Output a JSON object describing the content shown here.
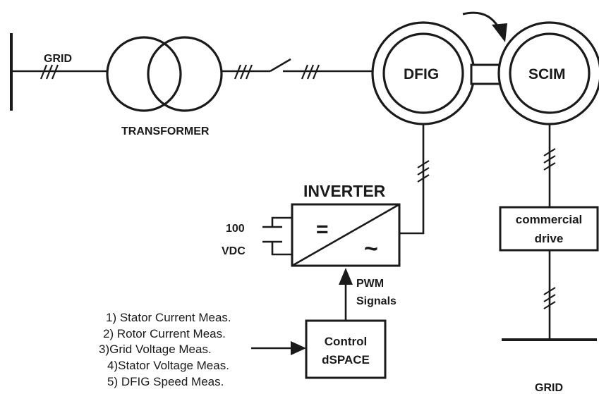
{
  "labels": {
    "grid_left": "GRID",
    "transformer": "TRANSFORMER",
    "dfig": "DFIG",
    "scim": "SCIM",
    "inverter": "INVERTER",
    "vdc_value": "100",
    "vdc_unit": "VDC",
    "dc_symbol": "=",
    "ac_symbol": "~",
    "pwm_line1": "PWM",
    "pwm_line2": "Signals",
    "control_line1": "Control",
    "control_line2": "dSPACE",
    "drive_line1": "commercial",
    "drive_line2": "drive",
    "grid_right": "GRID"
  },
  "measurements": [
    "1) Stator Current Meas.",
    "2) Rotor Current Meas.",
    "3)Grid Voltage Meas.",
    "4)Stator Voltage Meas.",
    "5) DFIG Speed Meas."
  ]
}
